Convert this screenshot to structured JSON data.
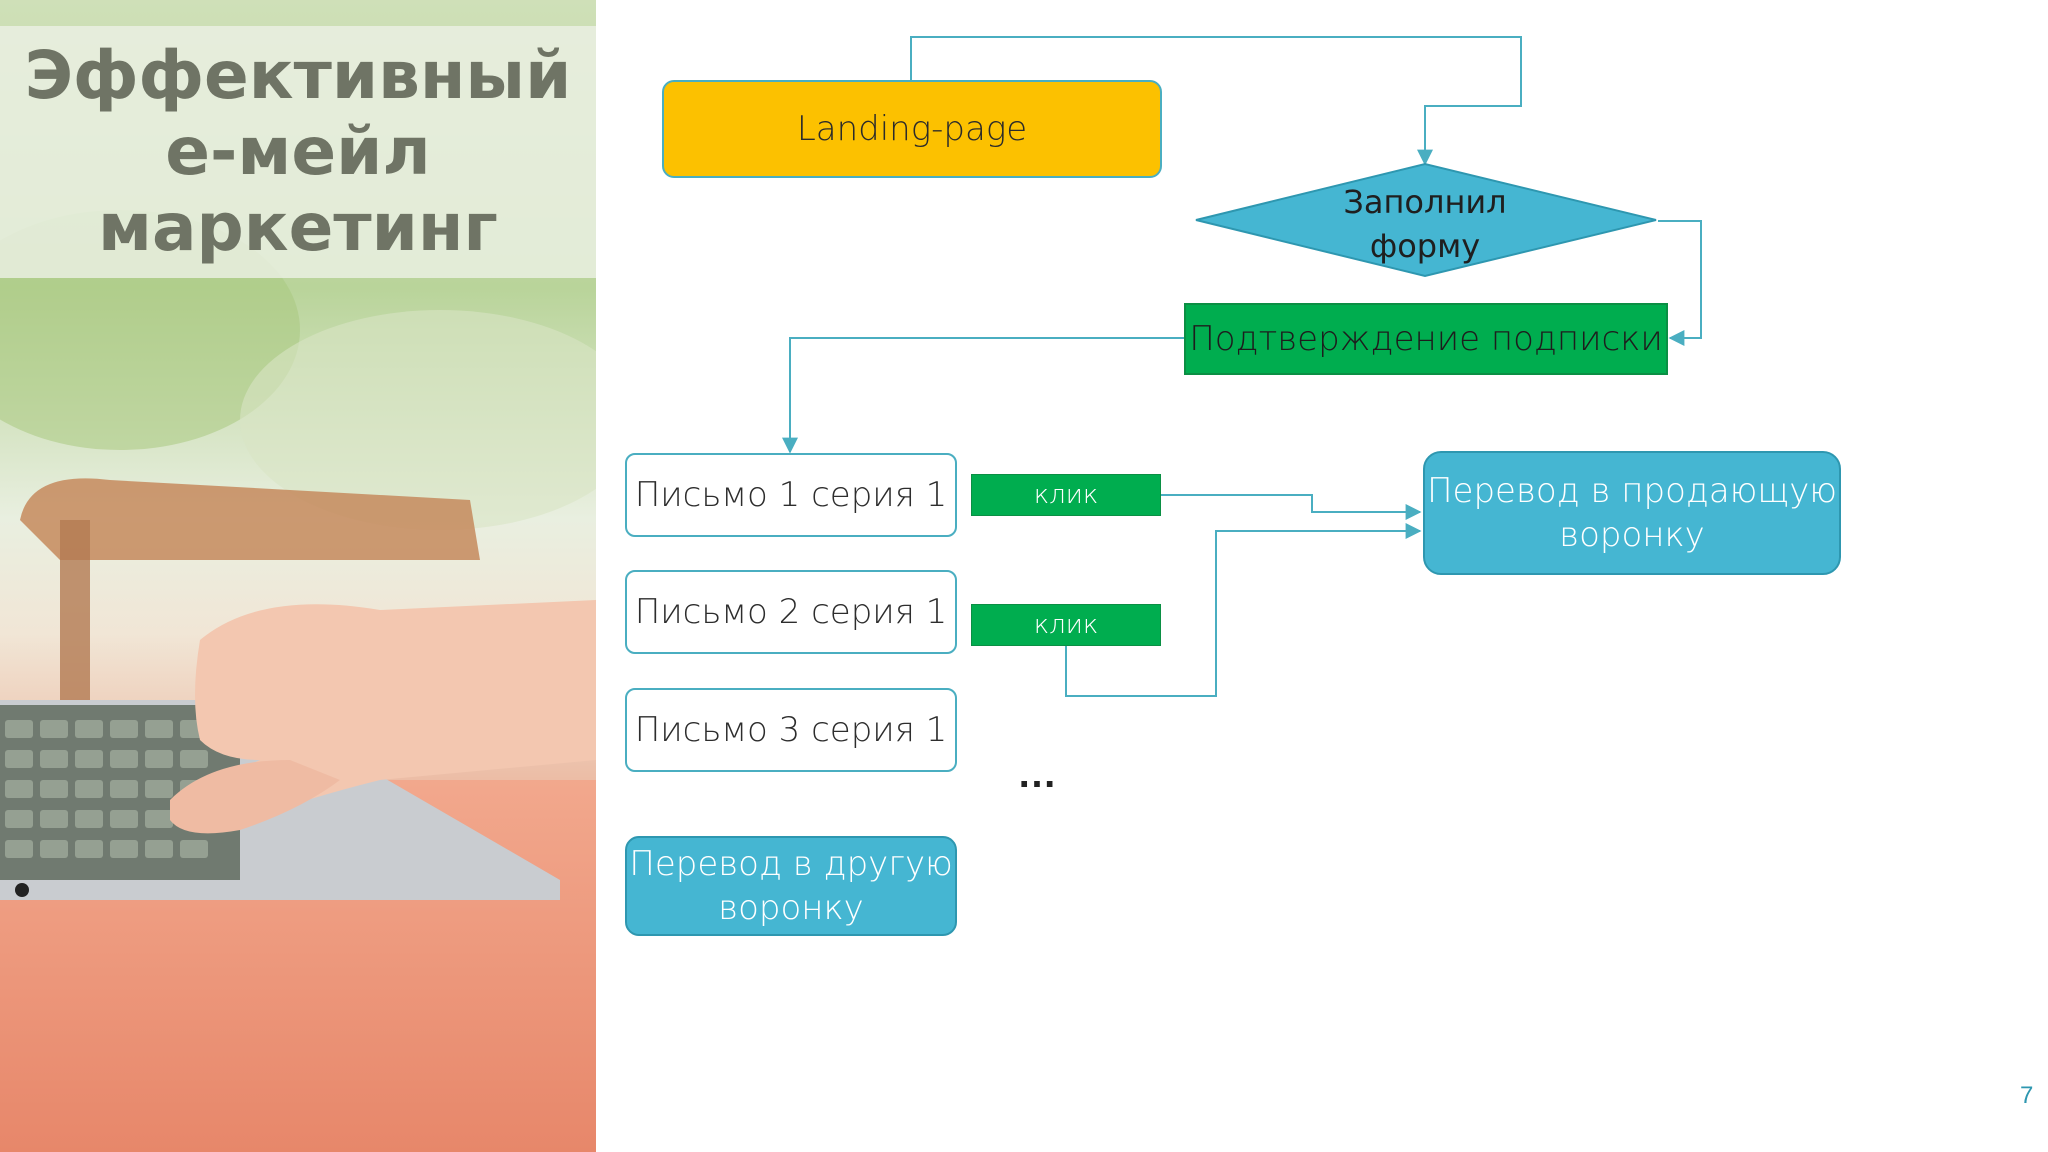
{
  "slide": {
    "title": "Эффективный\nе-мейл\nмаркетинг",
    "page_number": "7"
  },
  "diagram": {
    "landing": "Landing-page",
    "decision": "Заполнил\nформу",
    "confirm": "Подтверждение подписки",
    "letters": [
      "Письмо 1 серия 1",
      "Письмо 2 серия 1",
      "Письмо 3 серия 1"
    ],
    "click_labels": [
      "клик",
      "клик"
    ],
    "ellipsis": "…",
    "sell_funnel": "Перевод в продающую\nворонку",
    "other_funnel": "Перевод в другую\nворонку"
  },
  "colors": {
    "landing_fill": "#fcc100",
    "decision_fill": "#45b6d2",
    "confirm_fill": "#00ad4f",
    "funnel_fill": "#45b6d2",
    "connector": "#4aaec1"
  }
}
